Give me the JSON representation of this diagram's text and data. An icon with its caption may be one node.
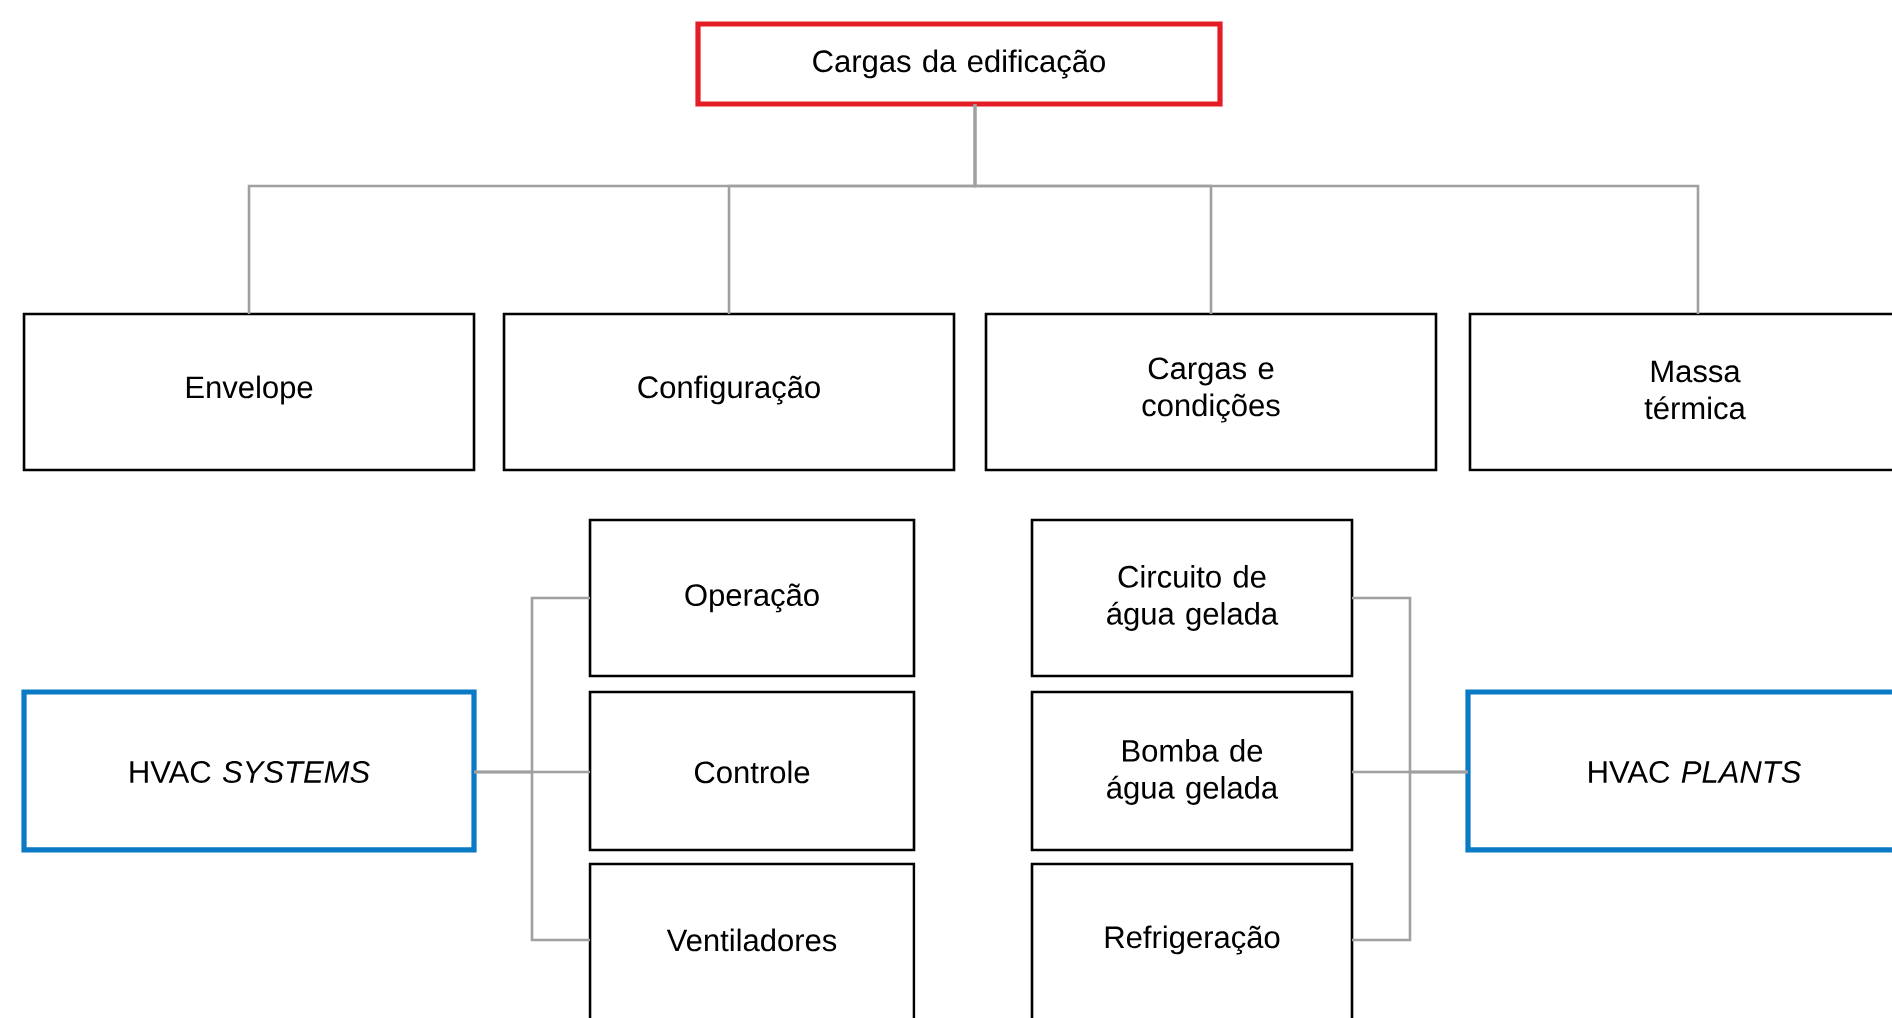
{
  "diagram": {
    "nodes": [
      {
        "text": [
          "Cargas da edificação"
        ]
      },
      {
        "text": [
          "Envelope"
        ]
      },
      {
        "text": [
          "Configuração"
        ]
      },
      {
        "text": [
          "Cargas e condições"
        ]
      },
      {
        "text": [
          "Massa térmica"
        ]
      },
      {
        "text": [
          "HVAC *SYSTEMS*"
        ]
      },
      {
        "text": [
          "Operação"
        ]
      },
      {
        "text": [
          "Controle"
        ]
      },
      {
        "text": [
          "Ventiladores"
        ]
      },
      {
        "text": [
          "Circuito de água gelada"
        ]
      },
      {
        "text": [
          "Bomba de água gelada"
        ]
      },
      {
        "text": [
          "Refrigeração"
        ]
      },
      {
        "text": [
          "HVAC *PLANTS*"
        ]
      }
    ],
    "edges": [
      {
        "from": 0,
        "to": 1,
        "arrow": "none"
      },
      {
        "from": 0,
        "to": 2,
        "arrow": "none"
      },
      {
        "from": 0,
        "to": 3,
        "arrow": "none"
      },
      {
        "from": 0,
        "to": 4,
        "arrow": "none"
      },
      {
        "from": 5,
        "to": 6,
        "arrow": "none"
      },
      {
        "from": 5,
        "to": 7,
        "arrow": "none"
      },
      {
        "from": 5,
        "to": 8,
        "arrow": "none"
      },
      {
        "from": 12,
        "to": 9,
        "arrow": "none"
      },
      {
        "from": 12,
        "to": 10,
        "arrow": "none"
      },
      {
        "from": 12,
        "to": 11,
        "arrow": "none"
      }
    ]
  }
}
